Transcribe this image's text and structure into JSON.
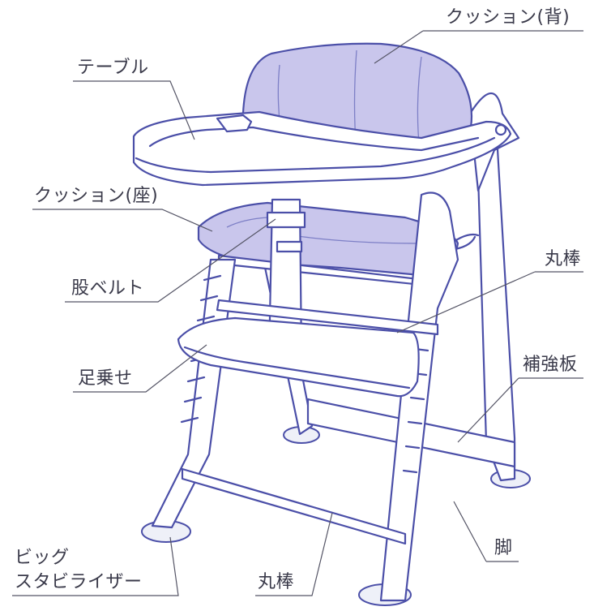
{
  "labels": {
    "cushion_back": "クッション(背)",
    "table": "テーブル",
    "cushion_seat": "クッション(座)",
    "round_bar_right": "丸棒",
    "crotch_belt": "股ベルト",
    "footrest": "足乗せ",
    "reinforcement_board": "補強板",
    "leg": "脚",
    "big_stabilizer_line1": "ビッグ",
    "big_stabilizer_line2": "スタビライザー",
    "round_bar_bottom": "丸棒"
  },
  "colors": {
    "line": "#4b4fa8",
    "cushion": "#c9c6ec",
    "label_text": "#3a3a4a",
    "leader": "#555566"
  }
}
